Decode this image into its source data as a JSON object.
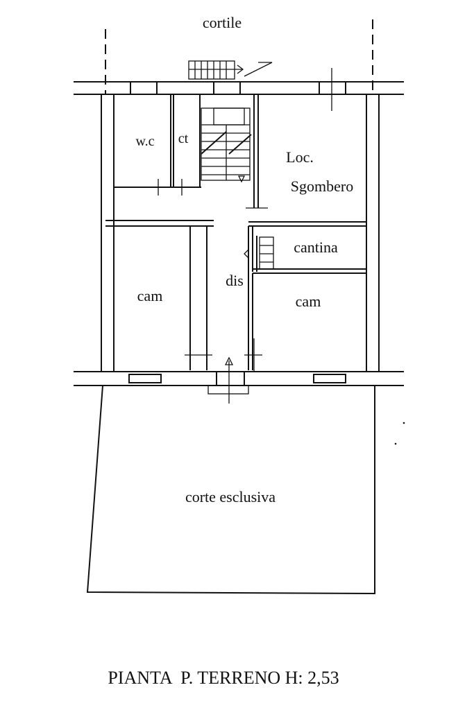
{
  "labels": {
    "courtyard": "cortile",
    "wc": "w.c",
    "ct": "ct",
    "storage_line1": "Loc.",
    "storage_line2": "Sgombero",
    "cellar": "cantina",
    "hall": "dis",
    "room_left": "cam",
    "room_right": "cam",
    "garden": "corte esclusiva",
    "plan_title": "PIANTA  P. TERRENO H: 2,53"
  }
}
